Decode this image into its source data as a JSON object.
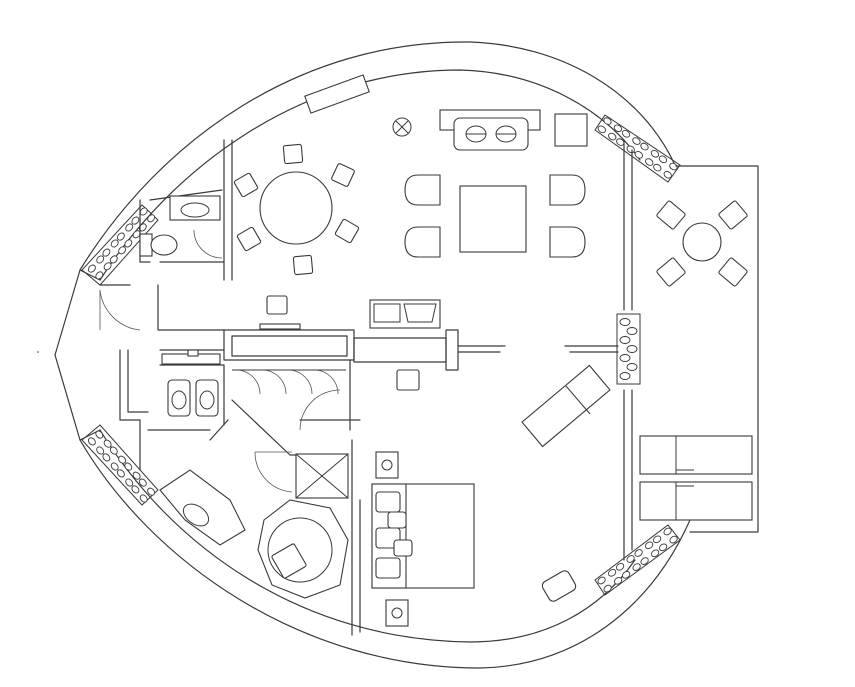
{
  "diagram": {
    "type": "floor-plan",
    "style": "line-drawing",
    "colors": {
      "line": "#3a3a3a",
      "background": "#ffffff"
    },
    "rooms": [
      "living-dining-area",
      "bedroom",
      "bathroom",
      "powder-room",
      "walk-in-closet",
      "terrace"
    ],
    "furniture": [
      "round-dining-table",
      "sofa",
      "square-coffee-table",
      "armchair",
      "double-bed",
      "bathtub",
      "chaise-longue",
      "sun-lounger",
      "patio-table",
      "washbasin",
      "toilet",
      "bidet",
      "tv-console"
    ]
  }
}
